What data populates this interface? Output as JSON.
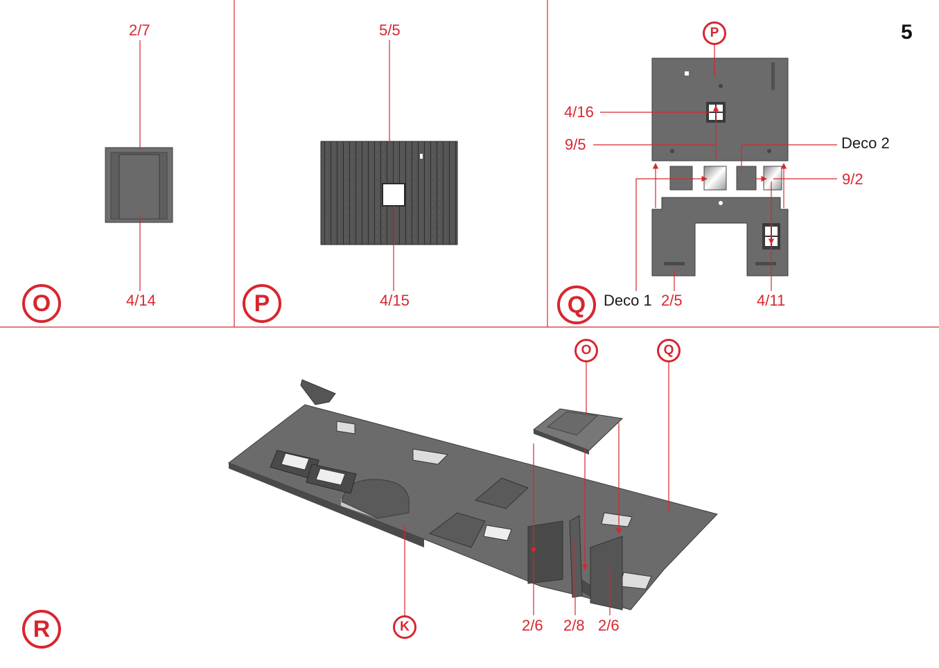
{
  "page_number": "5",
  "steps": {
    "o": {
      "marker": "O",
      "callouts": {
        "top": "2/7",
        "bottom": "4/14"
      }
    },
    "p": {
      "marker": "P",
      "callouts": {
        "top": "5/5",
        "bottom": "4/15"
      }
    },
    "q": {
      "marker": "Q",
      "ref_marker": "P",
      "callouts": {
        "window_top": "4/16",
        "glazing_top": "9/5",
        "deco_2": "Deco 2",
        "glazing_right": "9/2",
        "deco_1": "Deco 1",
        "bottom_left": "2/5",
        "bottom_right": "4/11"
      }
    },
    "r": {
      "marker": "R",
      "sub_markers": {
        "o": "O",
        "q": "Q",
        "k": "K"
      },
      "callouts": {
        "left": "2/6",
        "middle": "2/8",
        "right": "2/6"
      }
    }
  },
  "colors": {
    "accent_red": "#d7262f",
    "part_grey": "#6b6b6b",
    "part_dark": "#4a4a4a"
  }
}
